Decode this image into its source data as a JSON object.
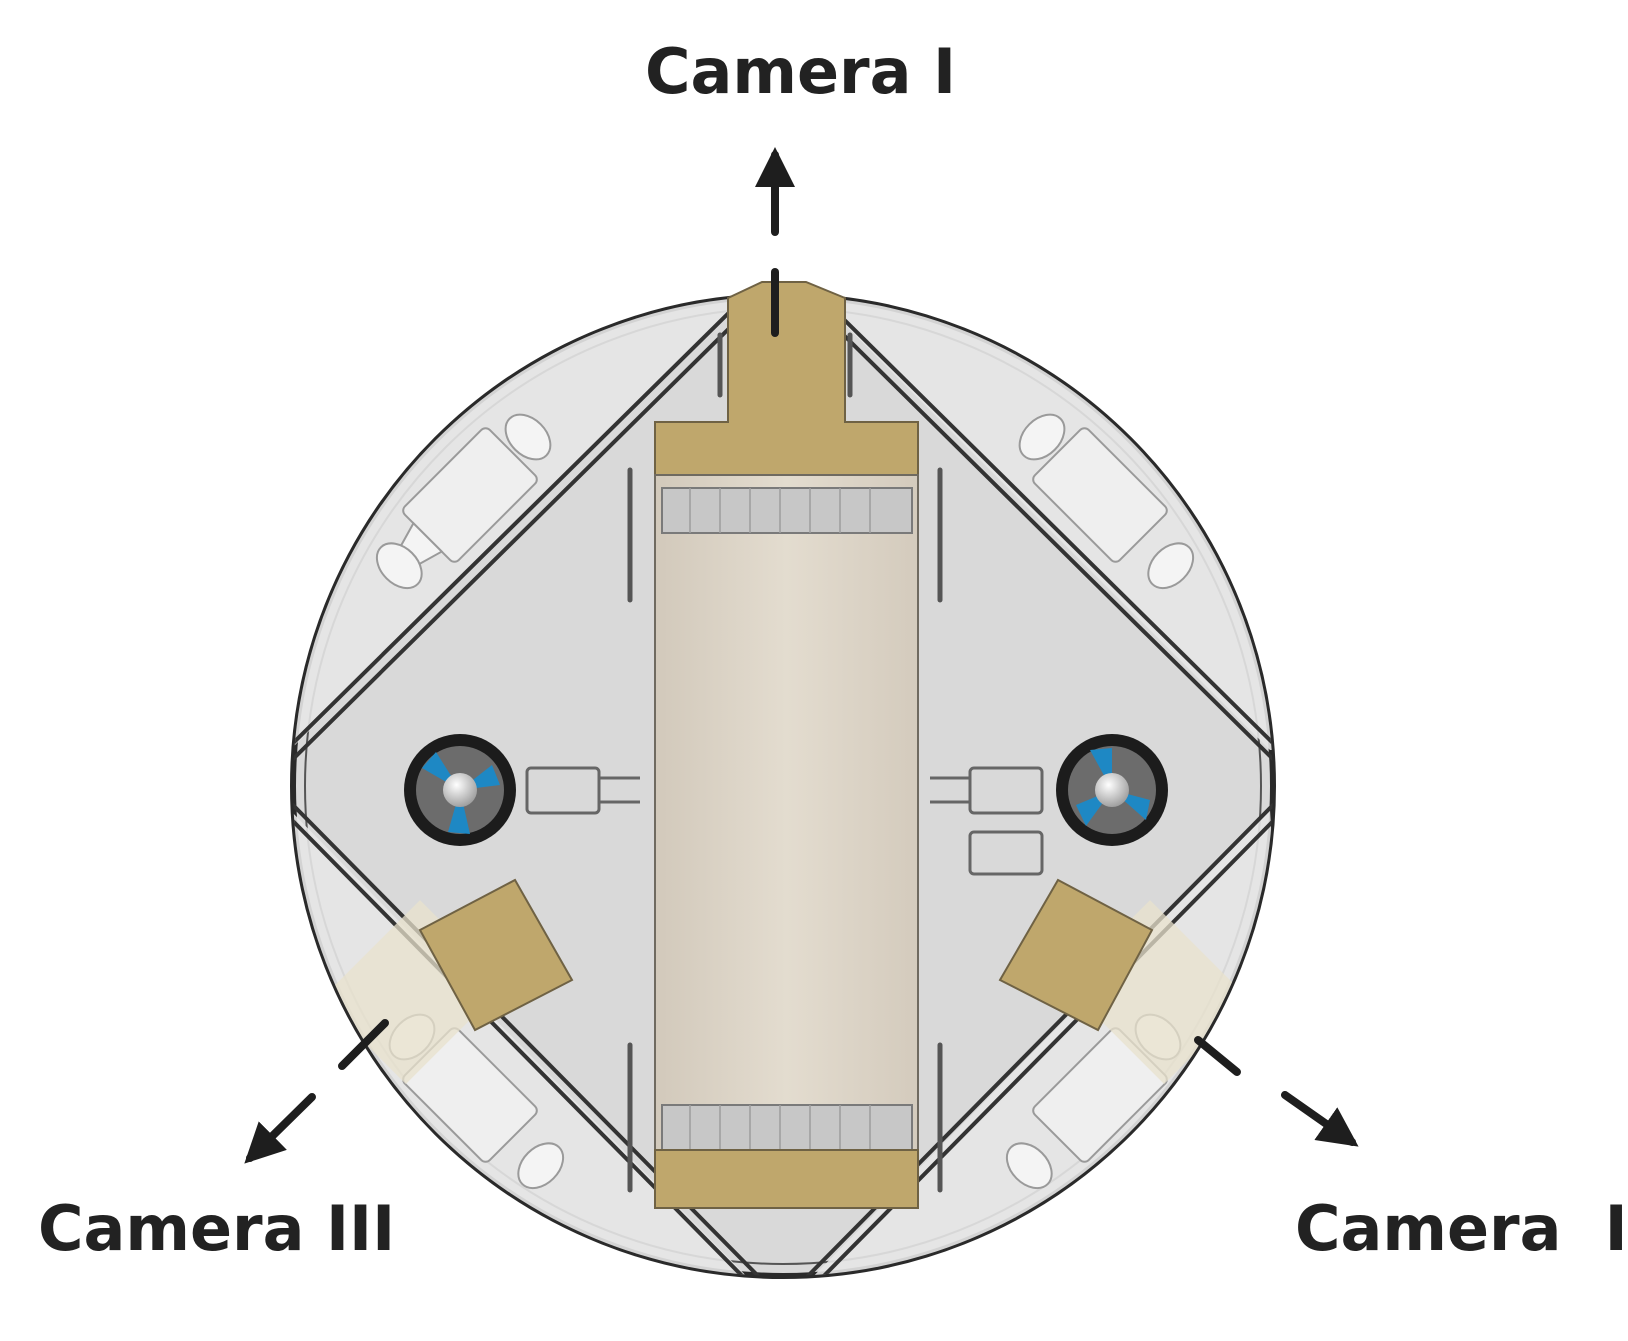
{
  "labels": {
    "camera_1": "Camera I",
    "camera_2": "Camera  II",
    "camera_3": "Camera III"
  },
  "colors": {
    "hull": "#d8d8d8",
    "hull_outline": "#2a2a2a",
    "battery_tube": "#ddd5c8",
    "mount_tan": "#bfa76c",
    "thruster_blade": "#1e88c4",
    "thruster_ring": "#1c1c1c",
    "arrow": "#1e1e1e"
  }
}
